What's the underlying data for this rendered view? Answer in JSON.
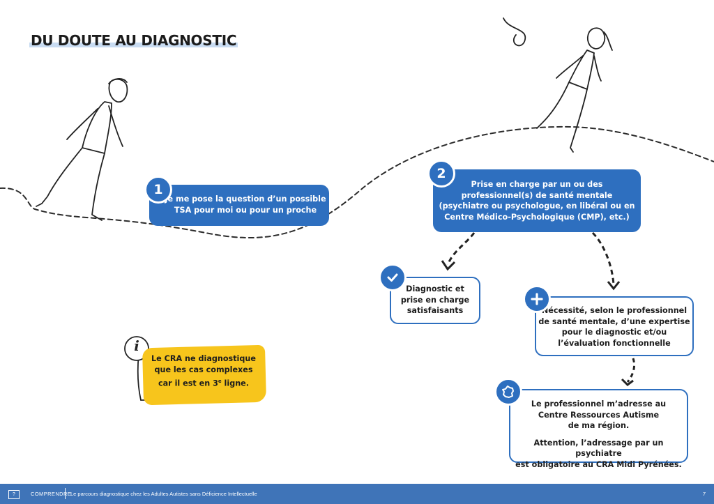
{
  "title": "DU DOUTE AU DIAGNOSTIC",
  "step1": {
    "number": "1",
    "lines": [
      "Je me pose la question d’un possible",
      "TSA pour moi ou pour un proche"
    ]
  },
  "step2": {
    "number": "2",
    "lines": [
      "Prise en charge par un ou des",
      "professionnel(s) de santé mentale",
      "(psychiatre ou psychologue, en libéral ou en",
      "Centre Médico-Psychologique (CMP), etc.)"
    ]
  },
  "result_ok": {
    "icon": "check-icon",
    "lines": [
      "Diagnostic et",
      "prise en charge",
      "satisfaisants"
    ]
  },
  "result_plus": {
    "icon": "plus-icon",
    "lines": [
      "Nécessité, selon le professionnel",
      "de santé mentale, d’une expertise",
      "pour le diagnostic et/ou",
      "l’évaluation fonctionnelle"
    ]
  },
  "result_cra": {
    "icon": "france-map-icon",
    "lines": [
      "Le professionnel m’adresse au",
      "Centre Ressources Autisme",
      "de ma région."
    ],
    "note_lines": [
      "Attention, l’adressage par un psychiatre",
      "est obligatoire au CRA Midi Pyrénées."
    ]
  },
  "info": {
    "icon": "info-icon",
    "symbol": "i",
    "line1": "Le CRA ne diagnostique",
    "line2": "que les cas complexes",
    "line3_prefix": "car il est en 3",
    "line3_sup": "e",
    "line3_suffix": " ligne."
  },
  "footer": {
    "badge": "?",
    "section": "COMPRENDRE",
    "subtitle": "Le parcours diagnostique chez les Adultes Autistes sans Déficience Intellectuelle",
    "page": "7"
  },
  "colors": {
    "primary_blue": "#2e6fbf",
    "yellow": "#f7c51c",
    "footer_blue": "#3f74b8",
    "title_highlight": "#c9dcf2"
  }
}
